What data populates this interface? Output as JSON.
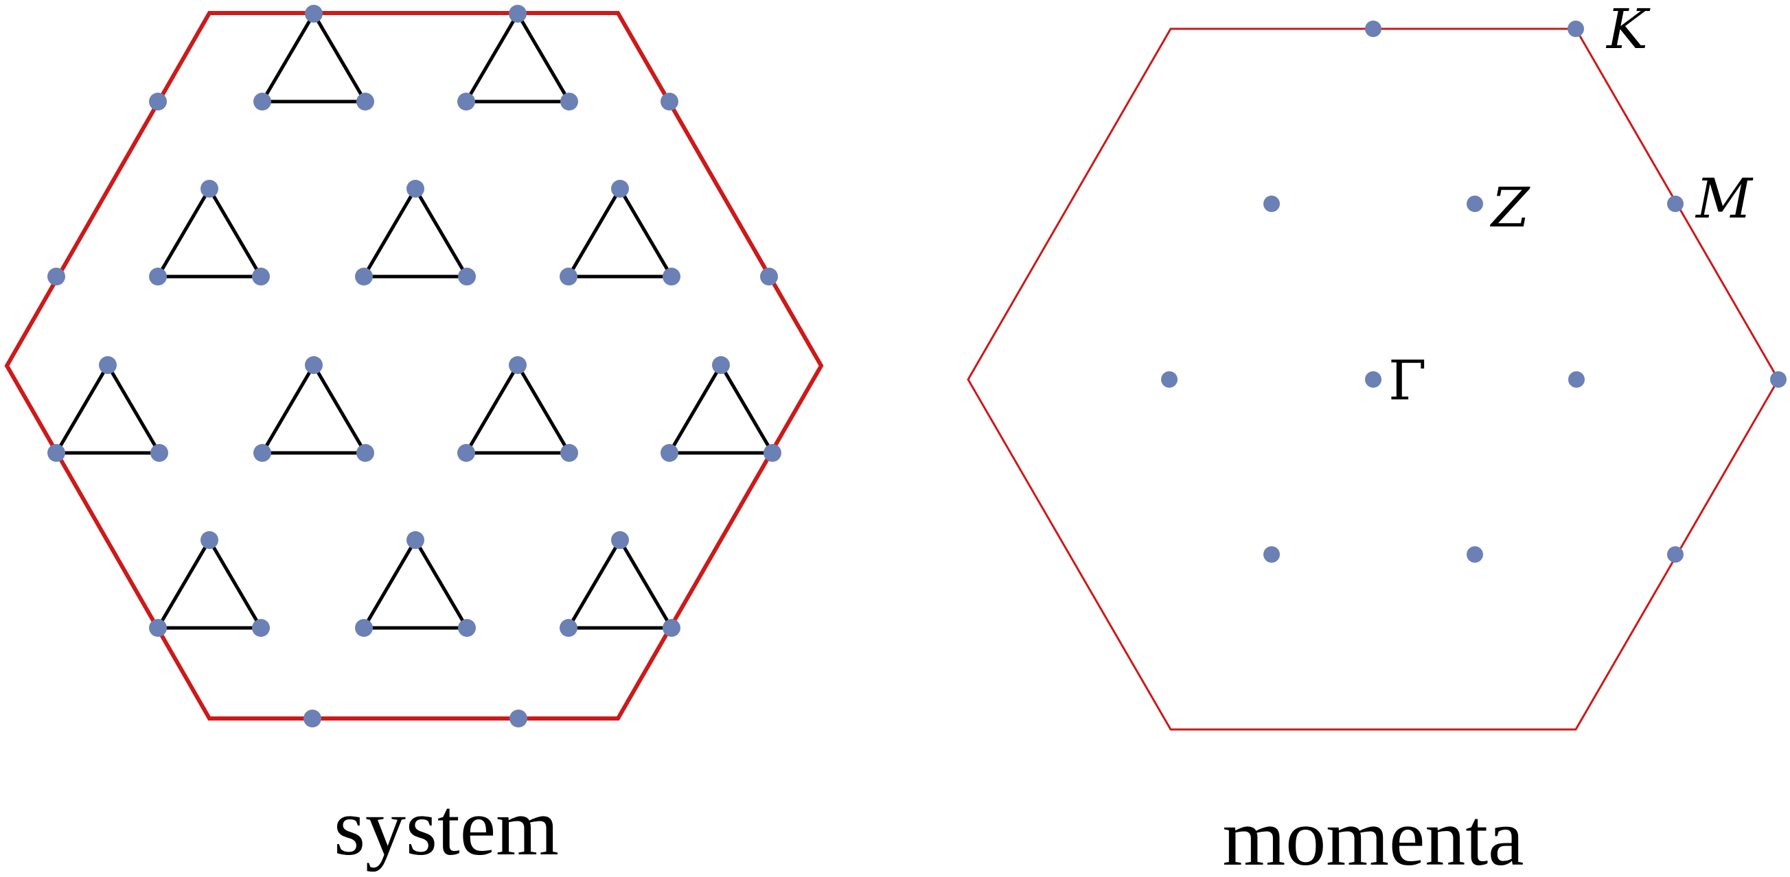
{
  "panels": {
    "system": {
      "caption": "system"
    },
    "momenta": {
      "caption": "momenta",
      "labels": {
        "K": "K",
        "M": "M",
        "Z": "Z",
        "Gamma": "Γ"
      }
    }
  },
  "colors": {
    "boundary": "#cc1a1a",
    "site": "#6b80b5",
    "bond": "#000000",
    "text": "#000000"
  }
}
